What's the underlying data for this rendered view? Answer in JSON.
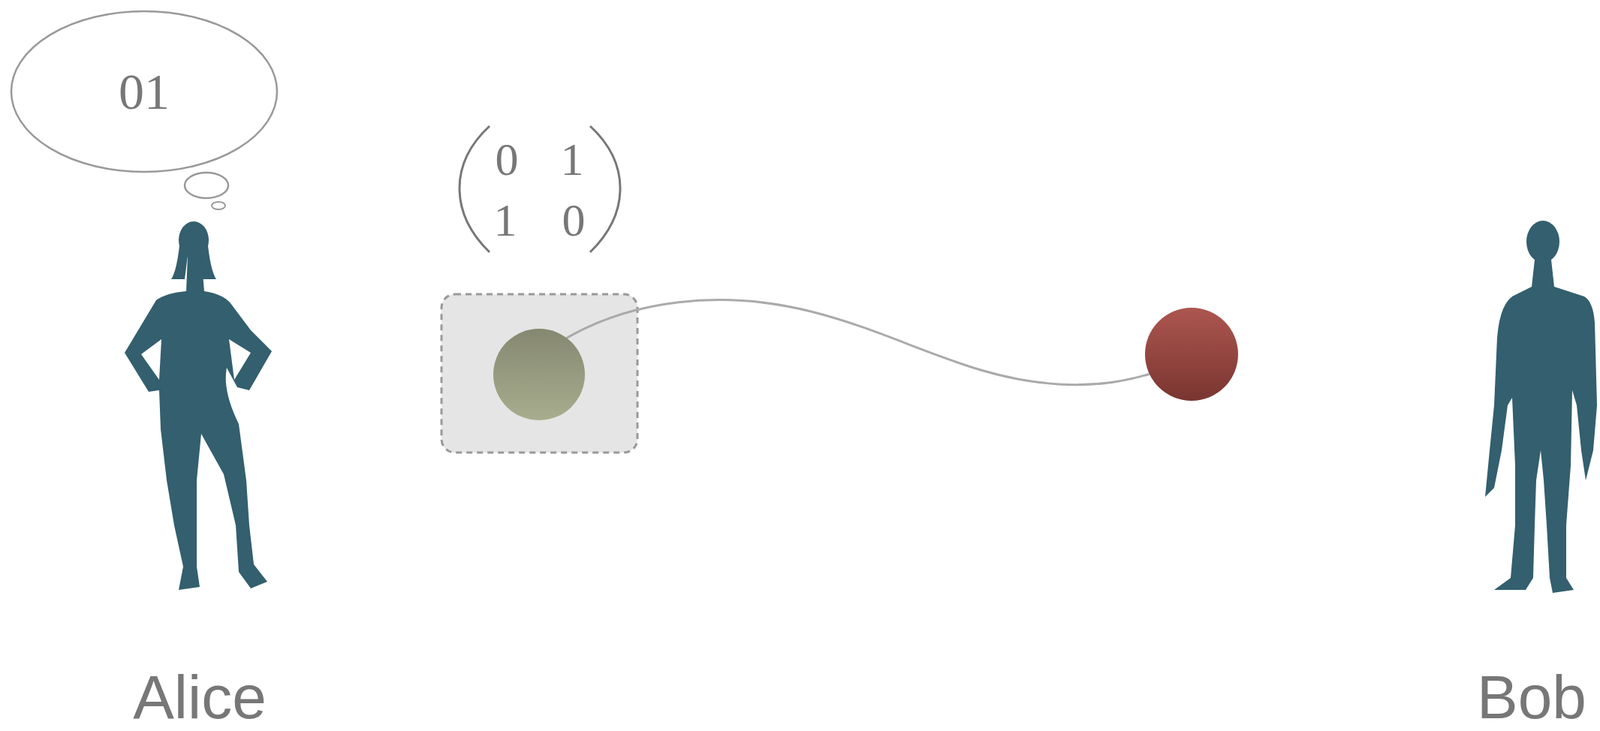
{
  "diagram": {
    "nodes": [
      {
        "text": [
          "01"
        ]
      }
    ],
    "labels": [
      "0",
      "1",
      "1",
      "0",
      "Alice",
      "Bob"
    ]
  }
}
